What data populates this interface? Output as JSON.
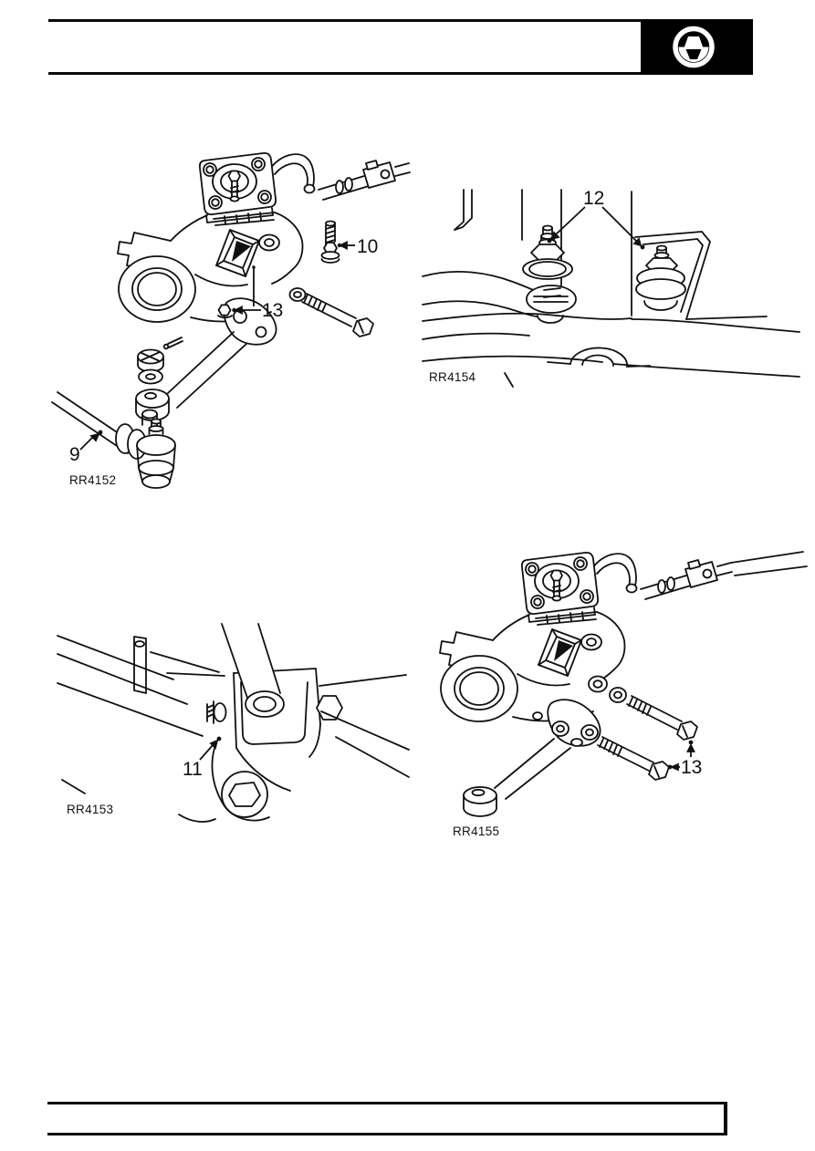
{
  "colors": {
    "ink": "#111111",
    "paper": "#ffffff",
    "badge_bg": "#000000",
    "badge_glyph": "#ffffff"
  },
  "header": {
    "badge_icon": "steering-wheel-icon"
  },
  "figures": {
    "rr4152": {
      "code": "RR4152",
      "callouts": {
        "c9": "9",
        "c10": "10",
        "c13": "13"
      }
    },
    "rr4154": {
      "code": "RR4154",
      "callouts": {
        "c12": "12"
      }
    },
    "rr4153": {
      "code": "RR4153",
      "callouts": {
        "c11": "11"
      }
    },
    "rr4155": {
      "code": "RR4155",
      "callouts": {
        "c13": "13"
      }
    }
  }
}
